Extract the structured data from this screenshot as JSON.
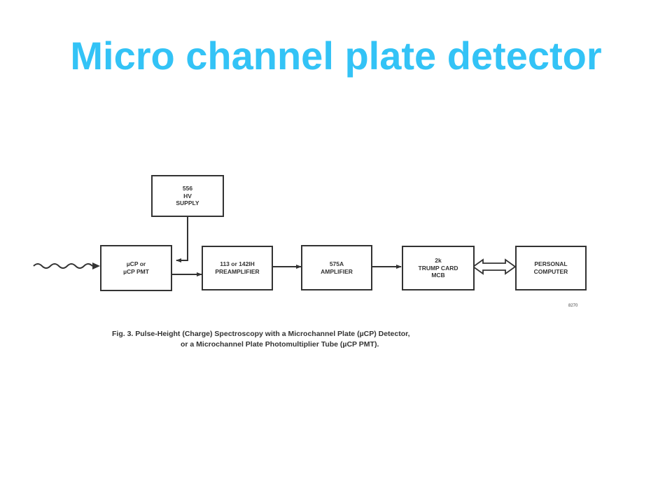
{
  "title": "Micro channel plate detector",
  "diagram": {
    "boxes": {
      "hv_supply": "556\nHV\nSUPPLY",
      "detector": "µCP or\nµCP PMT",
      "preamplifier": "113 or 142IH\nPREAMPLIFIER",
      "amplifier": "575A\nAMPLIFIER",
      "mcb": "2k\nTRUMP CARD\nMCB",
      "computer": "PERSONAL\nCOMPUTER"
    },
    "figure_ref": "8270",
    "caption_line1": "Fig. 3.  Pulse-Height (Charge) Spectroscopy with a Microchannel Plate (µCP) Detector,",
    "caption_line2": "or a Microchannel Plate Photomultiplier Tube (µCP PMT)."
  }
}
